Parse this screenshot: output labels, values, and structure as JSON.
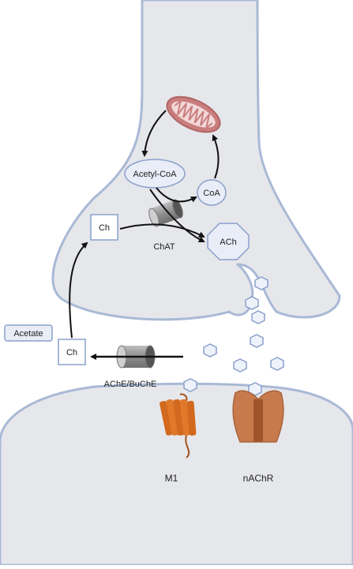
{
  "labels": {
    "acetyl_coa": "Acetyl-CoA",
    "coa": "CoA",
    "ch_inside": "Ch",
    "chat": "ChAT",
    "ach": "ACh",
    "acetate": "Acetate",
    "ch_outside": "Ch",
    "ache_buche": "AChE/BuChE",
    "m1": "M1",
    "nachr": "nAChR"
  },
  "colors": {
    "membrane": "#a9b9d6",
    "cytoplasm": "#e6e7eb",
    "node_fill": "#e9edf7",
    "mitochondrion": "#c97d7d",
    "receptor": "#d2691e",
    "nachr": "#c87a4d",
    "enzyme": "#8a8a8a",
    "arrow": "#111111"
  },
  "icons": {
    "mitochondrion": "mitochondrion-icon",
    "chat_enzyme": "cylinder-enzyme-icon",
    "ache_enzyme": "cylinder-enzyme-icon",
    "m1_receptor": "gpcr-receptor-icon",
    "nachr_receptor": "ion-channel-icon"
  }
}
